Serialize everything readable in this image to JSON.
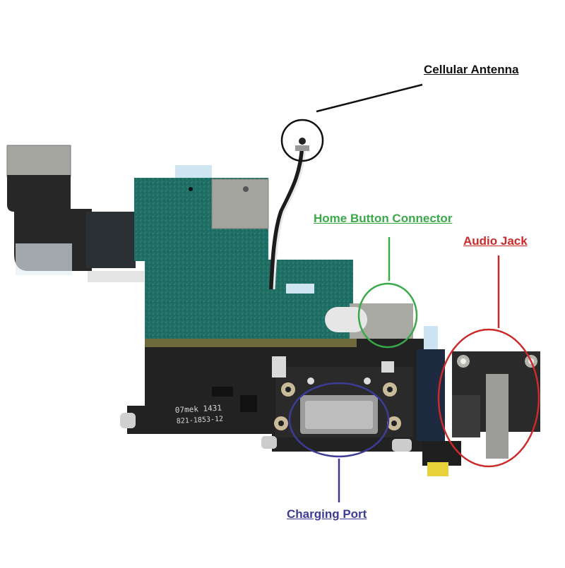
{
  "labels": {
    "cellular_antenna": "Cellular Antenna",
    "home_button_connector": "Home Button Connector",
    "audio_jack": "Audio Jack",
    "charging_port": "Charging Port"
  },
  "board_print": {
    "line1": "07mek 1431",
    "line2": "821-1853-12"
  },
  "colors": {
    "cellular_antenna": "#111111",
    "home_button_connector": "#3aa94a",
    "audio_jack": "#cc2a2a",
    "charging_port": "#3c3c96",
    "flex_green": "#1f6e64",
    "flex_black": "#232323",
    "metal_gray": "#a8a8a2"
  }
}
